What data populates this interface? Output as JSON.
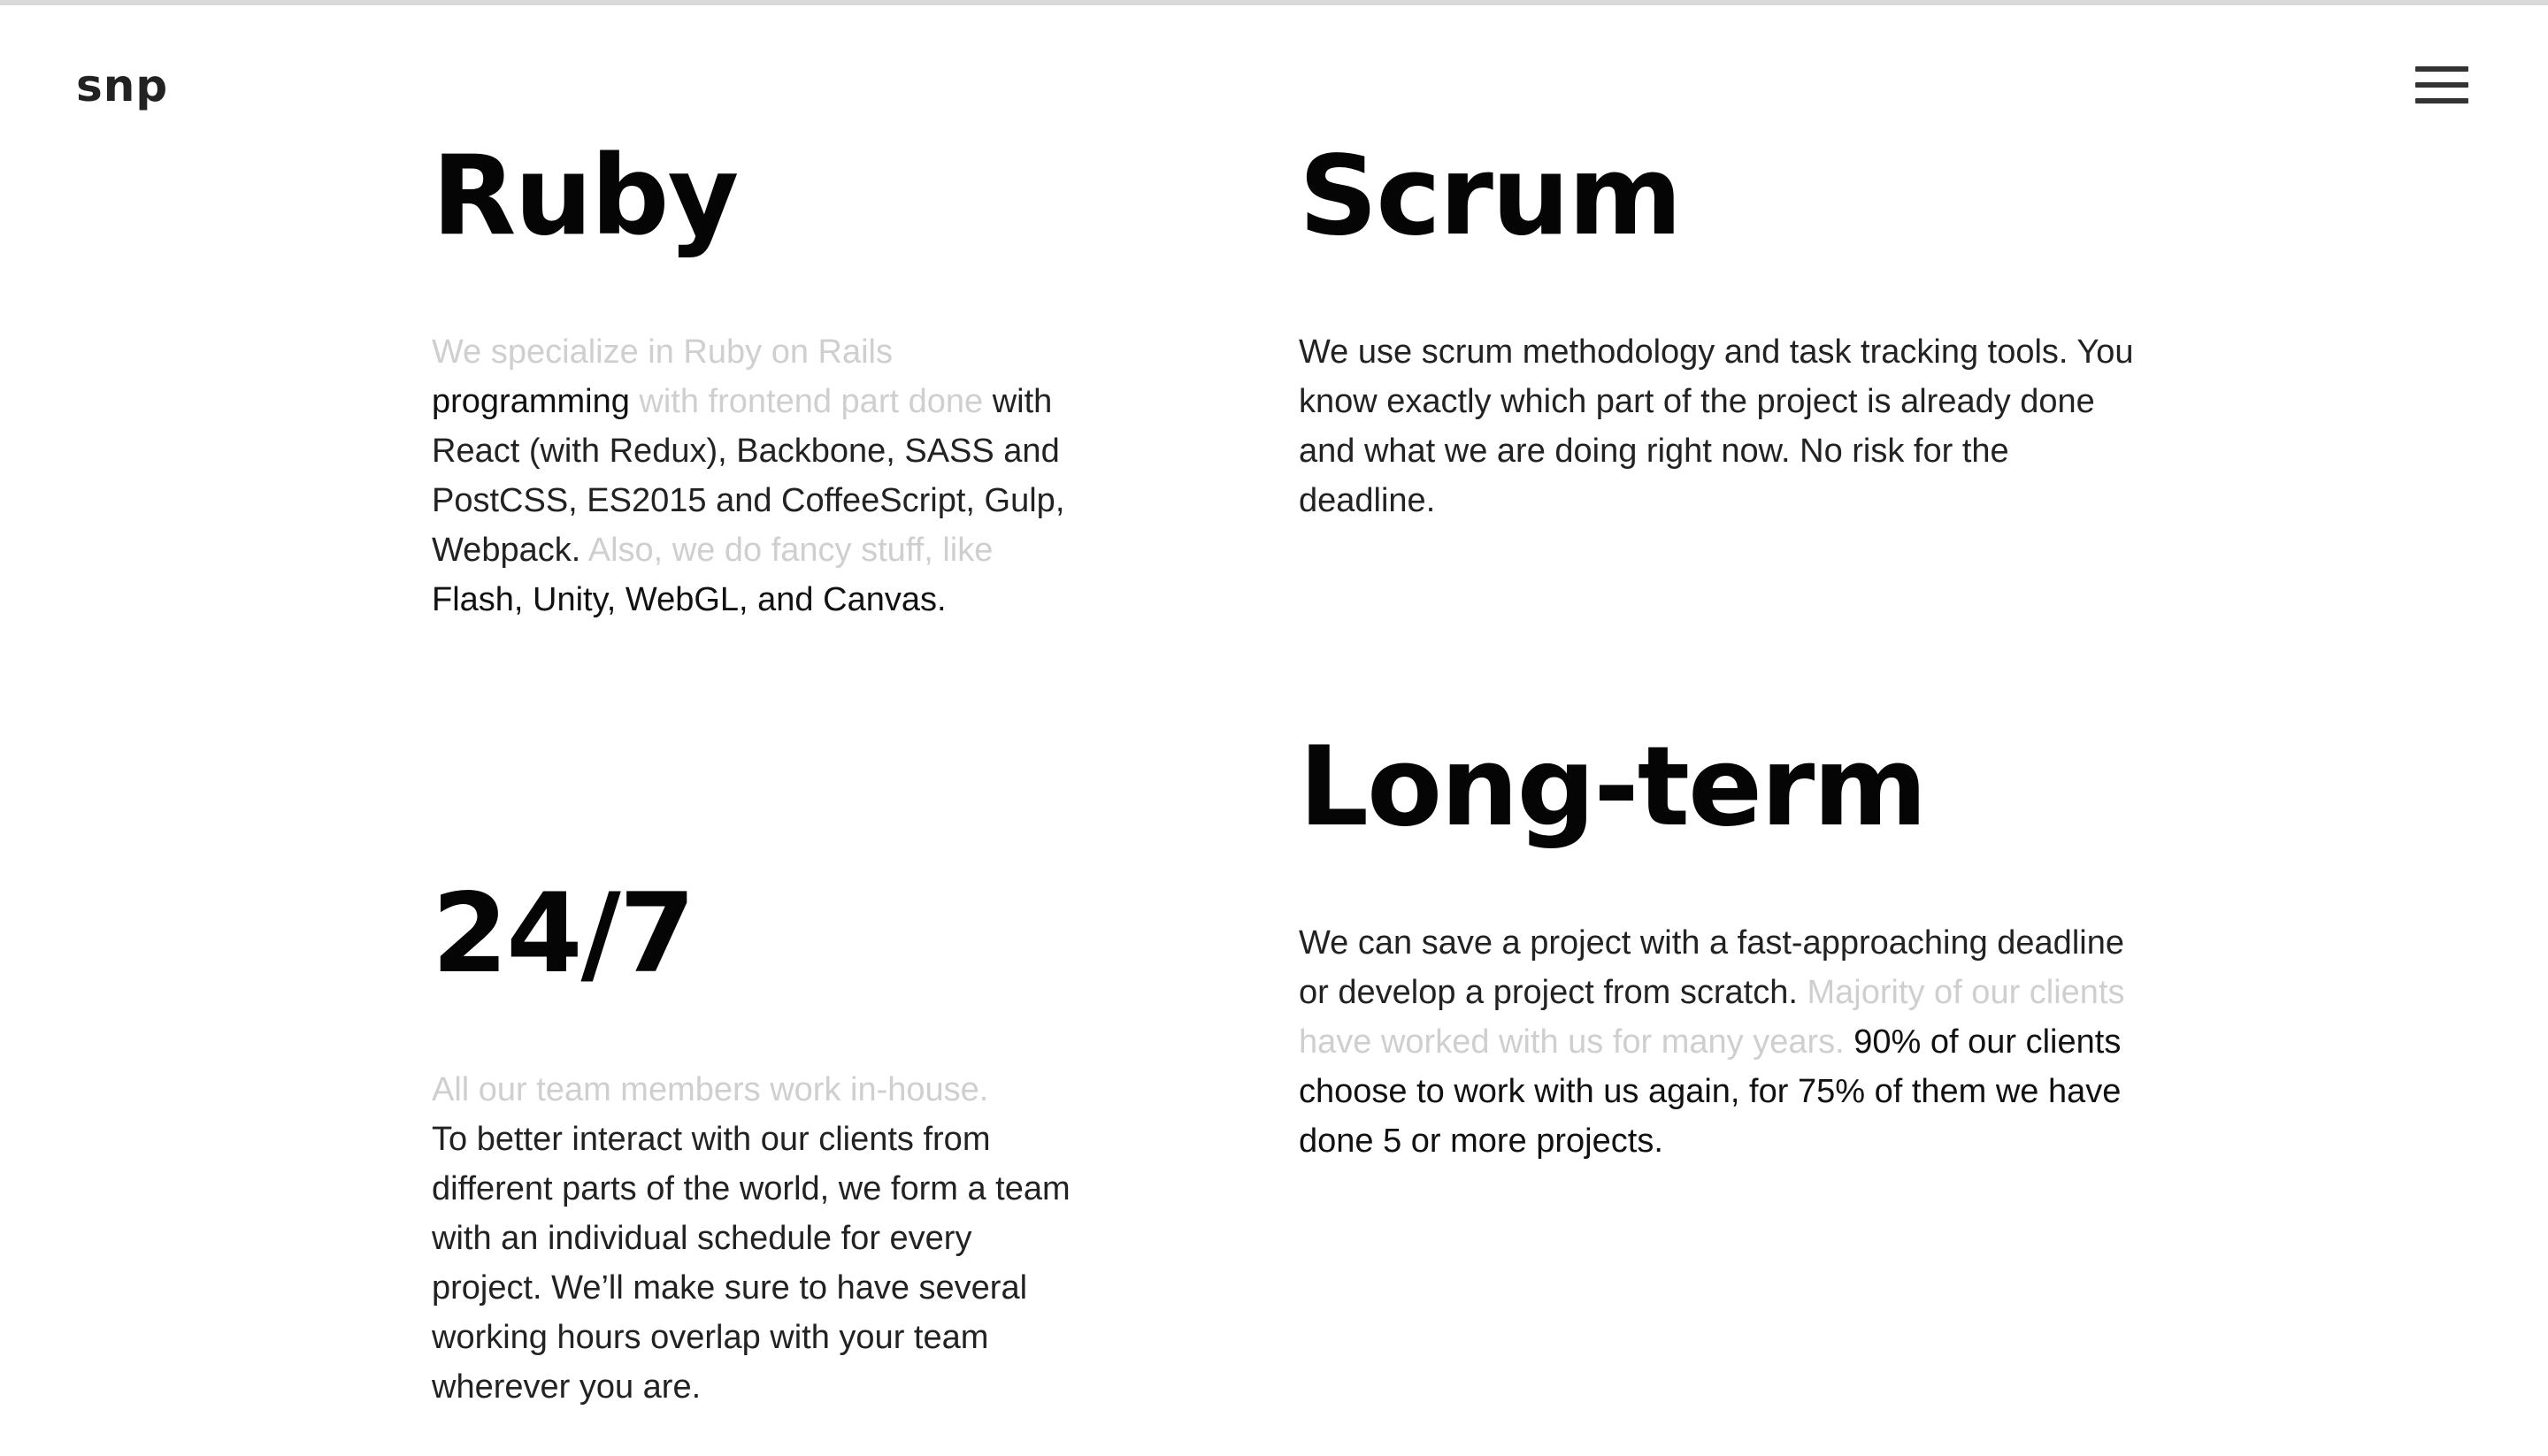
{
  "header": {
    "logo": "snp"
  },
  "sections": {
    "ruby": {
      "title": "Ruby",
      "p1_muted": "We specialize in Ruby on Rails ",
      "p1_normal": "programming ",
      "p2_muted": "with frontend part done ",
      "p2_normal": "with React (with Redux), Backbone, SASS and PostCSS, ES2015 and CoffeeScript, Gulp, Webpack. ",
      "p3_muted": "Also, we do fancy stuff, like ",
      "p3_normal": "Flash, Unity, WebGL, and Canvas."
    },
    "scrum": {
      "title": "Scrum",
      "text": "We use scrum methodology and task tracking tools. You know exactly which part of the project is already done and what we are doing right now. No risk for the deadline."
    },
    "longterm": {
      "title": "Long-term",
      "p1_normal": "We can save a project with a fast-approaching deadline or develop a project from scratch. ",
      "p2_muted": "Majority of our clients have worked with us for many years. ",
      "p3_normal": " 90% of our clients choose to work with us again, for 75% of them we have done 5 or more projects."
    },
    "twentyfour": {
      "title": "24/7",
      "p1_muted": "All our team members work in-house.",
      "p2_normal": "To better interact with our clients from different parts of the world, we form a team with an individual schedule for every project. We’ll make sure to have several working hours overlap with your team wherever you are."
    }
  }
}
